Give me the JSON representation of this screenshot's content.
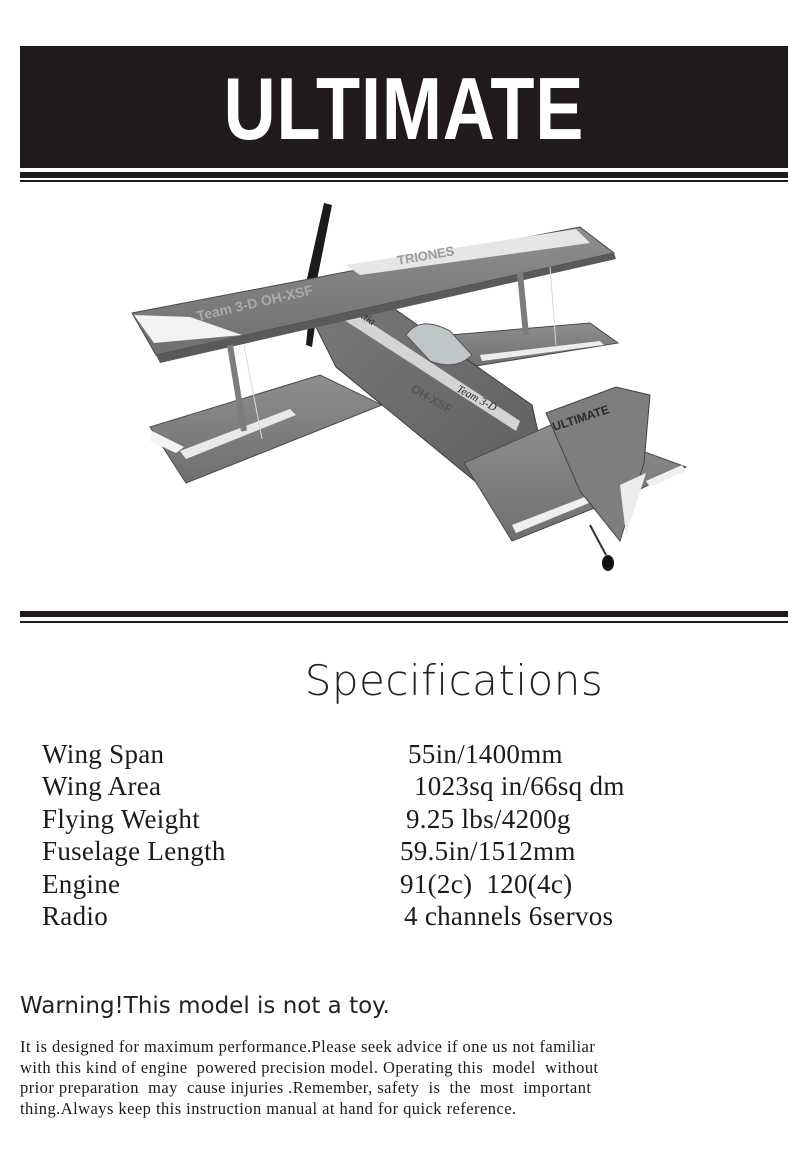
{
  "header": {
    "title": "ULTIMATE"
  },
  "photo": {
    "wing_text_1": "Team 3-D OH-XSF",
    "wing_text_2": "TRIONES",
    "fuselage_text_1": "Pattia",
    "fuselage_text_2": "Team 3-D",
    "fuselage_text_3": "OH-XSF",
    "tail_text": "ULTIMATE"
  },
  "specs": {
    "heading": "Specifications",
    "rows": [
      {
        "label": "Wing Span",
        "value": "55in/1400mm"
      },
      {
        "label": "Wing Area",
        "value": "1023sq in/66sq dm"
      },
      {
        "label": "Flying Weight",
        "value": "9.25 lbs/4200g"
      },
      {
        "label": "Fuselage Length",
        "value": "59.5in/1512mm"
      },
      {
        "label": "Engine",
        "value": "91(2c)  120(4c)"
      },
      {
        "label": "Radio",
        "value": "4 channels 6servos"
      }
    ]
  },
  "warning": {
    "title": "Warning!This model is not a toy.",
    "lines": [
      "It is designed for maximum performance.Please seek advice if one us not familiar",
      "with this kind of engine  powered precision model. Operating this  model  without",
      "prior preparation  may  cause injuries .Remember, safety  is  the  most  important",
      "thing.Always keep this instruction manual at hand for quick reference."
    ]
  }
}
